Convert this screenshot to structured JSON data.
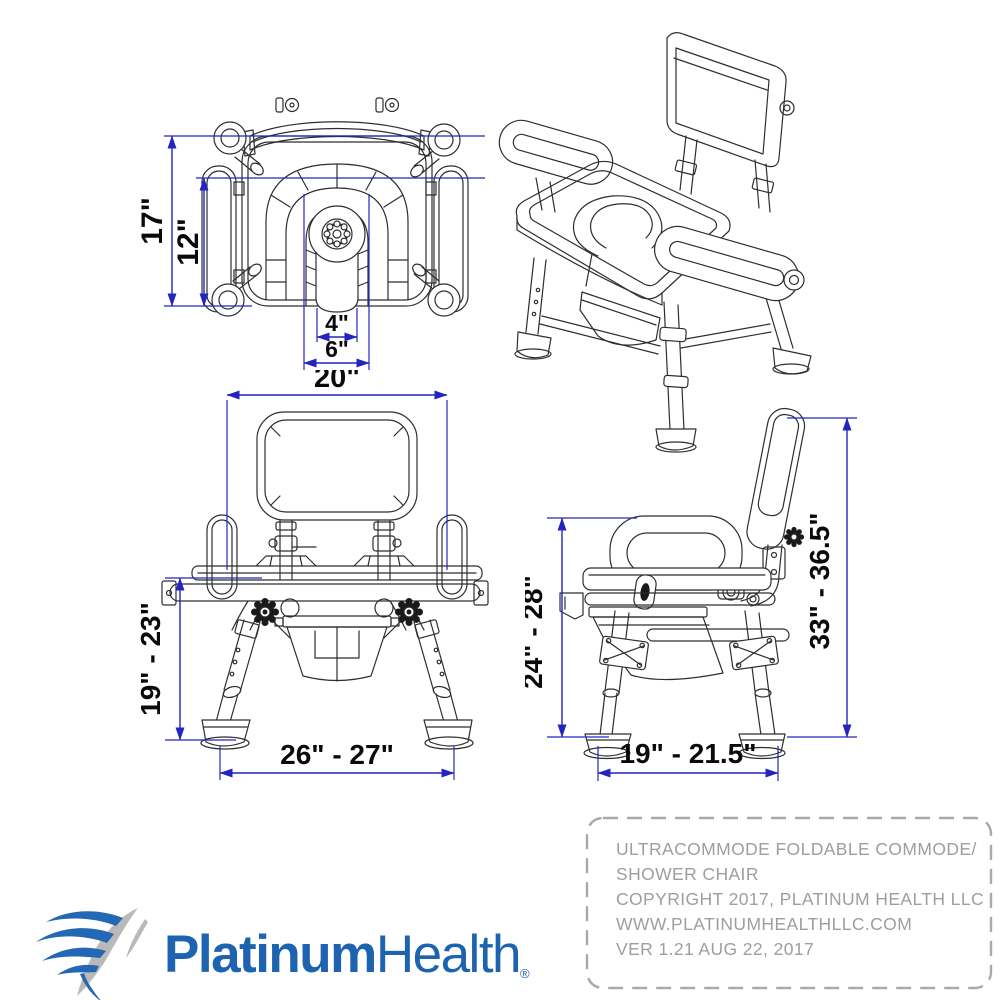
{
  "title": "UltraCommode foldable commode / shower chair dimension drawing",
  "colors": {
    "dimension_blue": "#2424c0",
    "drawing_line": "#2e2e2e",
    "info_text_gray": "#9e9e9e",
    "logo_blue": "#1d63af",
    "wing_gray": "#b9b9b9"
  },
  "views": {
    "top": {
      "label": "top view",
      "dim_depth_outer": "17\"",
      "dim_depth_inner": "12\"",
      "dim_cutout_inner": "4\"",
      "dim_cutout_outer": "6\""
    },
    "front": {
      "label": "front view",
      "dim_width_top": "20\"",
      "dim_seat_height": "19\" - 23\"",
      "dim_base_width": "26\" - 27\""
    },
    "side": {
      "label": "side view",
      "dim_armrest_height": "24\" - 28\"",
      "dim_overall_height": "33\" - 36.5\"",
      "dim_base_depth": "19\" - 21.5\""
    },
    "isometric": {
      "label": "isometric view"
    }
  },
  "info_box": {
    "lines": [
      "ULTRACOMMODE FOLDABLE COMMODE/",
      "SHOWER CHAIR",
      "COPYRIGHT 2017, PLATINUM HEALTH LLC",
      "WWW.PLATINUMHEALTHLLC.COM",
      "VER 1.21 AUG 22, 2017"
    ]
  },
  "logo": {
    "brand_bold": "Platinum",
    "brand_light": "Health",
    "registered": "®"
  }
}
